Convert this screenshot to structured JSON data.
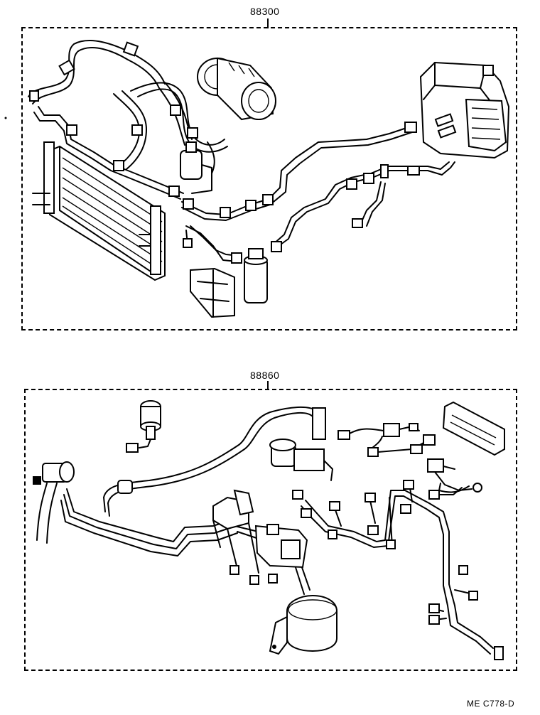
{
  "sections": [
    {
      "part_number": "88300"
    },
    {
      "part_number": "88860"
    }
  ],
  "drawing_code": "ME C778-D"
}
